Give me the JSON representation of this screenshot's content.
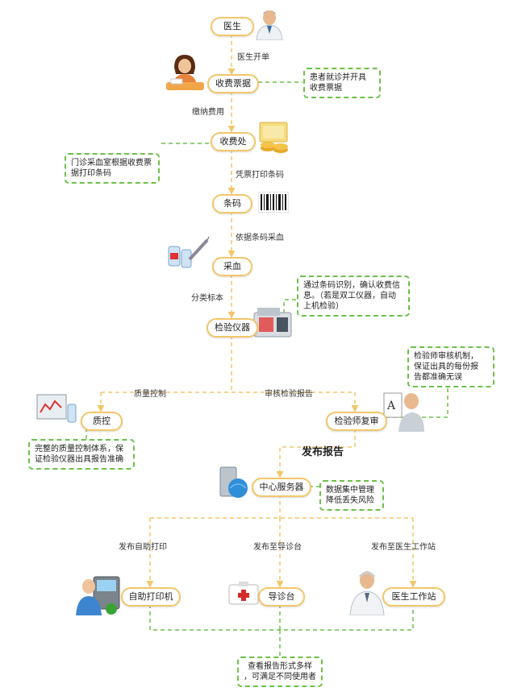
{
  "nodes": {
    "doctor": "医生",
    "fee_receipt": "收费票据",
    "cashier": "收费处",
    "barcode": "条码",
    "blood": "采血",
    "instrument": "检验仪器",
    "qc": "质控",
    "review": "检验师复审",
    "server": "中心服务器",
    "selfprint": "自助打印机",
    "guide": "导诊台",
    "workstation": "医生工作站"
  },
  "edge_labels": {
    "doctor_order": "医生开单",
    "pay_fee": "缴纳费用",
    "print_barcode": "凭票打印条码",
    "collect_blood": "依据条码采血",
    "classify": "分类标本",
    "quality_control": "质量控制",
    "review_report": "审核检验报告",
    "publish_report": "发布报告",
    "publish_selfprint": "发布自助打印",
    "publish_guide": "发布至导诊台",
    "publish_workstation": "发布至医生工作站"
  },
  "notes": {
    "patient": [
      "患者就诊并开具",
      "收费票据"
    ],
    "clinic": [
      "门诊采血室根据收费票",
      "据打印条码"
    ],
    "scan": [
      "通过条码识别，确认收费信",
      "息。（若是双工仪器，自动",
      "上机检验）"
    ],
    "review": [
      "检验师审核机制，",
      "保证出具的每份报",
      "告都准确无误"
    ],
    "qc": [
      "完整的质量控制体系，保",
      "证检验仪器出具报告准确"
    ],
    "server": [
      "数据集中管理",
      "降低丢失风险"
    ],
    "view": [
      "查看报告形式多样",
      "，可满足不同使用者"
    ]
  },
  "colors": {
    "flow": "#f3c66a",
    "note_border": "#6cc04a"
  }
}
